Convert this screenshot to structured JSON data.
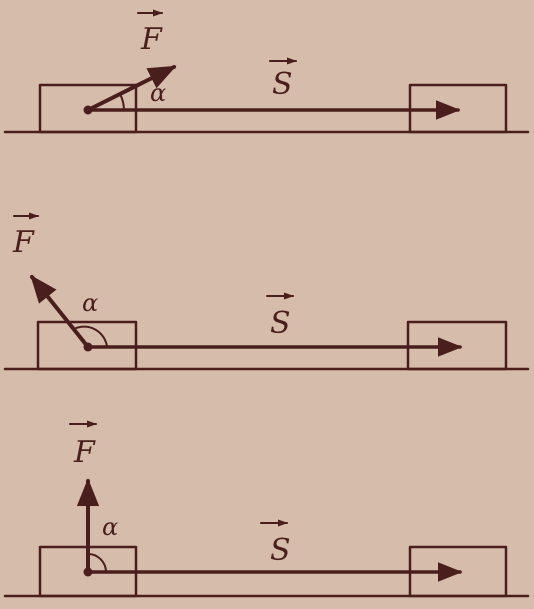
{
  "panels": [
    {
      "id": "acute",
      "force_label": "F",
      "angle_label": "α",
      "displacement_label": "S"
    },
    {
      "id": "obtuse",
      "force_label": "F",
      "angle_label": "α",
      "displacement_label": "S"
    },
    {
      "id": "right",
      "force_label": "F",
      "angle_label": "α",
      "displacement_label": "S"
    }
  ],
  "colors": {
    "background": "#d6bcaa",
    "ink": "#4a1e1c"
  }
}
